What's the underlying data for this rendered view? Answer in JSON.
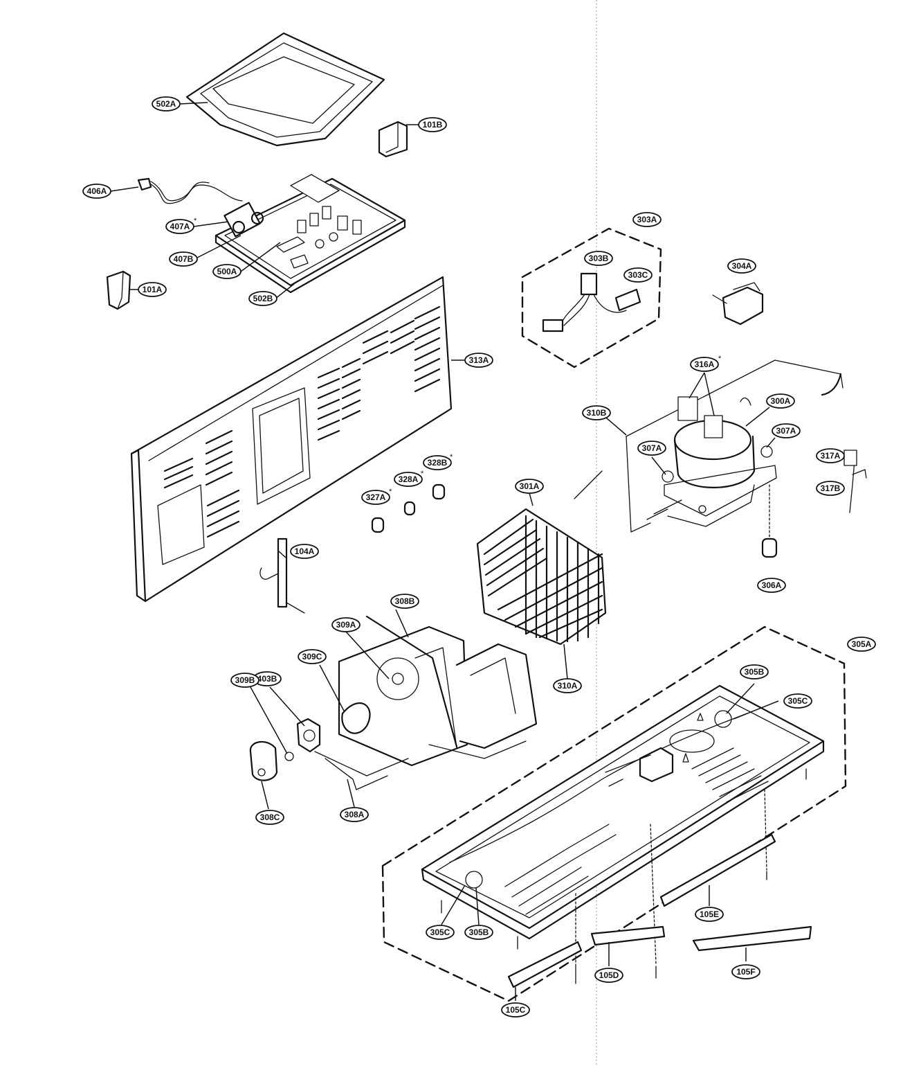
{
  "diagram": {
    "labels": {
      "502A": "502A",
      "101B": "101B",
      "406A": "406A",
      "407A": "407A",
      "407B": "407B",
      "500A": "500A",
      "502B": "502B",
      "101A": "101A",
      "303A": "303A",
      "303B": "303B",
      "303C": "303C",
      "304A": "304A",
      "313A": "313A",
      "316A": "316A",
      "310B": "310B",
      "300A": "300A",
      "307A_left": "307A",
      "307A_right": "307A",
      "317A": "317A",
      "317B": "317B",
      "328A": "328A",
      "328B": "328B",
      "327A": "327A",
      "301A": "301A",
      "306A": "306A",
      "104A": "104A",
      "308B": "308B",
      "309A": "309A",
      "309C": "309C",
      "403B": "403B",
      "309B": "309B",
      "308C": "308C",
      "308A": "308A",
      "310A": "310A",
      "305A": "305A",
      "305B_top": "305B",
      "305C_top": "305C",
      "305C_bottom": "305C",
      "305B_bottom": "305B",
      "105E": "105E",
      "105D": "105D",
      "105F": "105F",
      "105C": "105C"
    },
    "asterisks": "*",
    "line_color": "#111111",
    "background": "#ffffff"
  }
}
